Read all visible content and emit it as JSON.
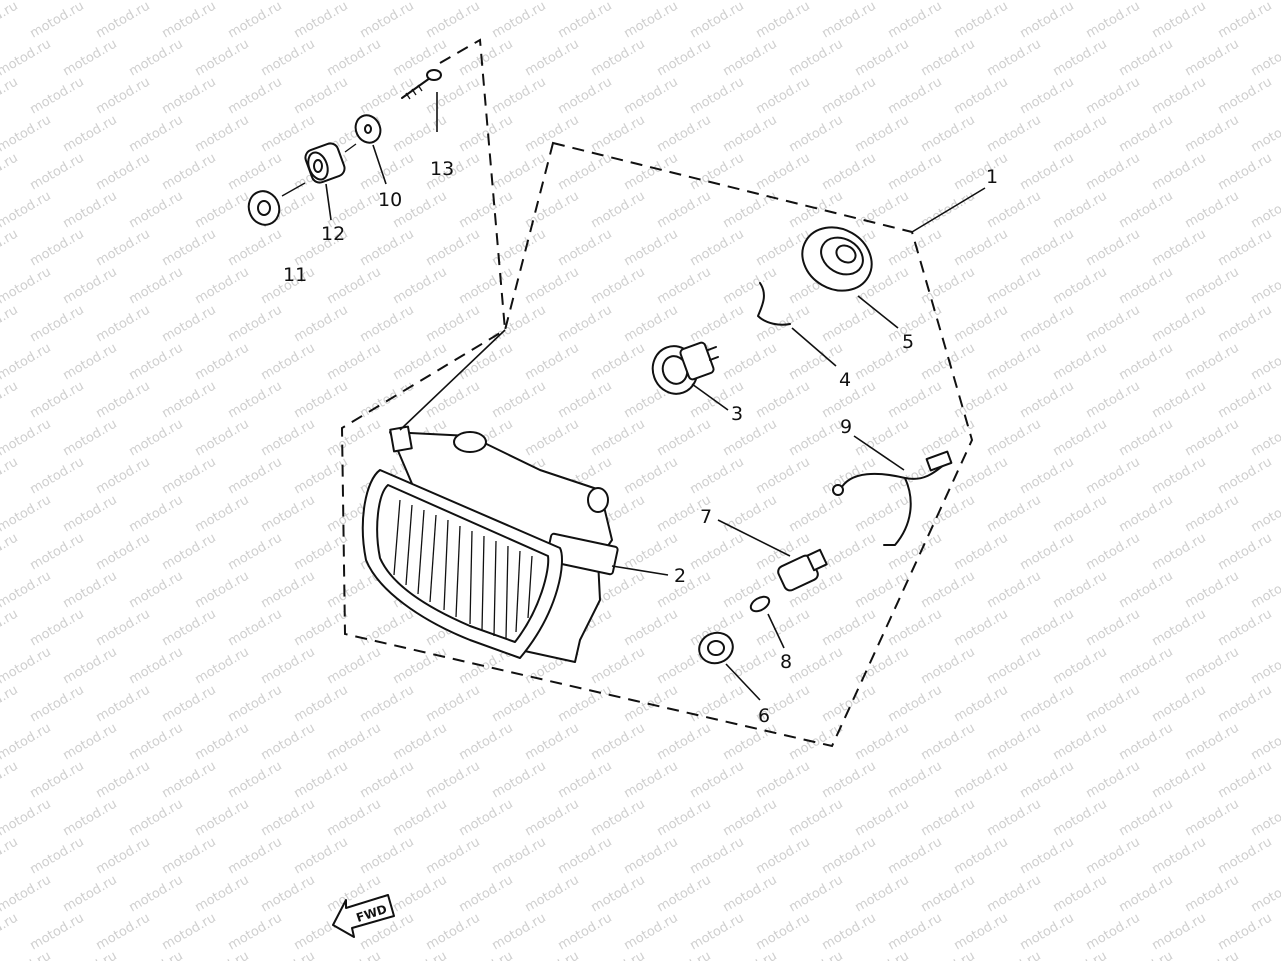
{
  "watermark": {
    "text": "motod.ru"
  },
  "callouts": [
    {
      "id": "callout-1",
      "text": "1"
    },
    {
      "id": "callout-2",
      "text": "2"
    },
    {
      "id": "callout-3",
      "text": "3"
    },
    {
      "id": "callout-4",
      "text": "4"
    },
    {
      "id": "callout-5",
      "text": "5"
    },
    {
      "id": "callout-6",
      "text": "6"
    },
    {
      "id": "callout-7",
      "text": "7"
    },
    {
      "id": "callout-8",
      "text": "8"
    },
    {
      "id": "callout-9",
      "text": "9"
    },
    {
      "id": "callout-10",
      "text": "10"
    },
    {
      "id": "callout-11",
      "text": "11"
    },
    {
      "id": "callout-12",
      "text": "12"
    },
    {
      "id": "callout-13",
      "text": "13"
    }
  ],
  "fwd_arrow": {
    "text": "FWD"
  }
}
